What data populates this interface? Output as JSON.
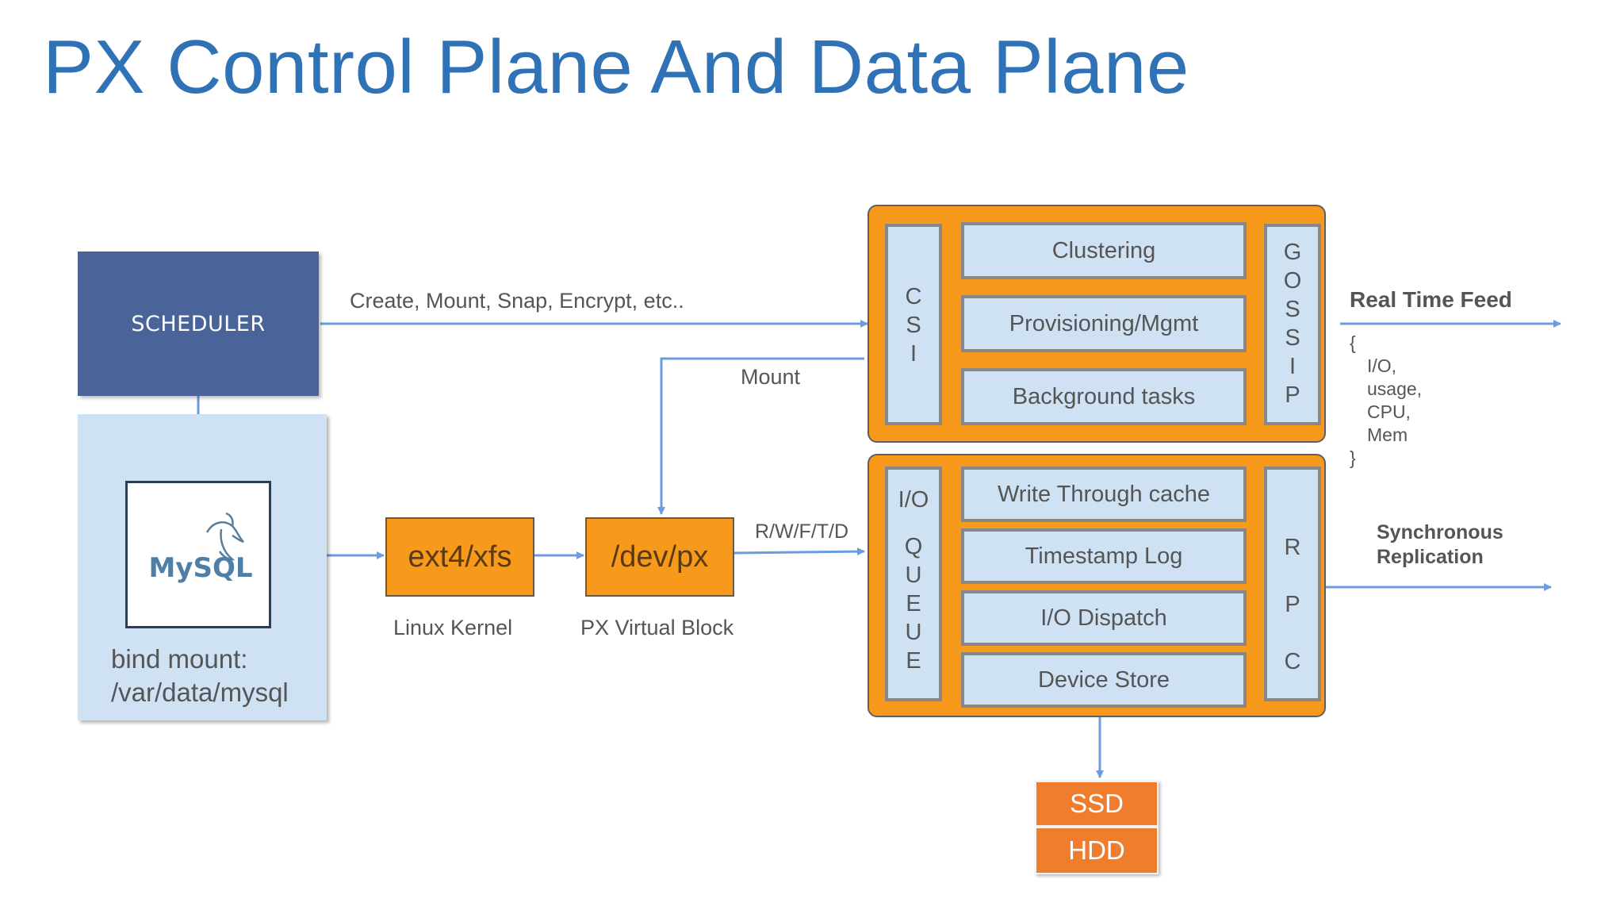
{
  "title": "PX Control Plane And Data Plane",
  "scheduler": {
    "label": "SCHEDULER"
  },
  "app": {
    "logo_text": "MySQL",
    "bind_mount_line1": "bind mount:",
    "bind_mount_line2": "/var/data/mysql"
  },
  "edges": {
    "create_label": "Create, Mount, Snap, Encrypt, etc..",
    "mount_label": "Mount",
    "rwftd_label": "R/W/F/T/D"
  },
  "kernel": {
    "label": "ext4/xfs",
    "caption": "Linux Kernel"
  },
  "virtual_block": {
    "label": "/dev/px",
    "caption": "PX Virtual Block"
  },
  "control_plane": {
    "csi_letters": [
      "C",
      "S",
      "I"
    ],
    "items": [
      "Clustering",
      "Provisioning/Mgmt",
      "Background tasks"
    ],
    "gossip_letters": [
      "G",
      "O",
      "S",
      "S",
      "I",
      "P"
    ]
  },
  "data_plane": {
    "io_label": "I/O",
    "queue_letters": [
      "Q",
      "U",
      "E",
      "U",
      "E"
    ],
    "items": [
      "Write Through cache",
      "Timestamp Log",
      "I/O Dispatch",
      "Device Store"
    ],
    "rpc_letters": [
      "R",
      "P",
      "C"
    ]
  },
  "realtime_feed": {
    "title": "Real Time Feed",
    "open_brace": "{",
    "metrics": [
      "I/O,",
      "usage,",
      "CPU,",
      "Mem"
    ],
    "close_brace": "}"
  },
  "replication": {
    "line1": "Synchronous",
    "line2": "Replication"
  },
  "storage": {
    "ssd": "SSD",
    "hdd": "HDD"
  },
  "colors": {
    "title": "#2f73b6",
    "scheduler": "#4a6499",
    "orange": "#f79a1c",
    "light_blue": "#cfe2f3",
    "arrow": "#6b9be0",
    "disk": "#ef7d2d"
  }
}
